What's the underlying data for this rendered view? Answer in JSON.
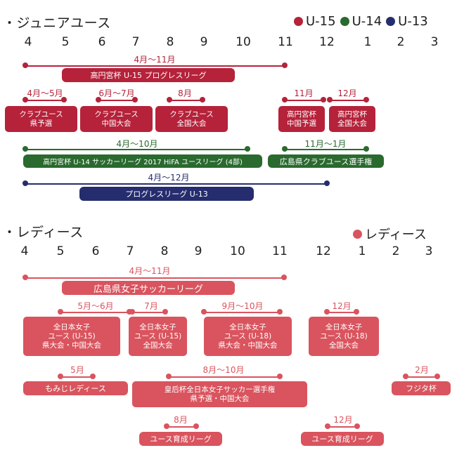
{
  "colors": {
    "u15": "#b5223a",
    "u14": "#2a6a2f",
    "u13": "#252d6e",
    "ladies": "#d9545e"
  },
  "junior": {
    "title": "・ジュニアユース",
    "legend": [
      {
        "label": "U-15",
        "color": "#b5223a"
      },
      {
        "label": "U-14",
        "color": "#2a6a2f"
      },
      {
        "label": "U-13",
        "color": "#252d6e"
      }
    ],
    "months": [
      "4",
      "5",
      "6",
      "7",
      "8",
      "9",
      "10",
      "11",
      "12",
      "1",
      "2",
      "3"
    ],
    "ranges": [
      {
        "label": "4月〜11月",
        "color": "#b5223a"
      },
      {
        "label": "4月〜5月",
        "color": "#b5223a"
      },
      {
        "label": "6月〜7月",
        "color": "#b5223a"
      },
      {
        "label": "8月",
        "color": "#b5223a"
      },
      {
        "label": "11月",
        "color": "#b5223a"
      },
      {
        "label": "12月",
        "color": "#b5223a"
      },
      {
        "label": "4月〜10月",
        "color": "#2a6a2f"
      },
      {
        "label": "11月〜1月",
        "color": "#2a6a2f"
      },
      {
        "label": "4月〜12月",
        "color": "#252d6e"
      }
    ],
    "events": [
      "高円宮杯 U-15 プログレスリーグ",
      "クラブユース\n県予選",
      "クラブユース\n中国大会",
      "クラブユース\n全国大会",
      "高円宮杯\n中国予選",
      "高円宮杯\n全国大会",
      "高円宮杯 U-14 サッカーリーグ 2017 HiFA ユースリーグ (4部)",
      "広島県クラブユース選手権",
      "プログレスリーグ U-13"
    ]
  },
  "ladies": {
    "title": "・レディース",
    "legend": [
      {
        "label": "レディース",
        "color": "#d9545e"
      }
    ],
    "months": [
      "4",
      "5",
      "6",
      "7",
      "8",
      "9",
      "10",
      "11",
      "12",
      "1",
      "2",
      "3"
    ],
    "ranges": [
      {
        "label": "4月〜11月"
      },
      {
        "label": "5月〜6月"
      },
      {
        "label": "7月"
      },
      {
        "label": "9月〜10月"
      },
      {
        "label": "12月"
      },
      {
        "label": "5月"
      },
      {
        "label": "8月〜10月"
      },
      {
        "label": "2月"
      },
      {
        "label": "8月"
      },
      {
        "label": "12月"
      }
    ],
    "events": [
      "広島県女子サッカーリーグ",
      "全日本女子\nユース (U-15)\n県大会・中国大会",
      "全日本女子\nユース (U-15)\n全国大会",
      "全日本女子\nユース (U-18)\n県大会・中国大会",
      "全日本女子\nユース (U-18)\n全国大会",
      "もみじレディース",
      "皇后杯全日本女子サッカー選手権\n県予選・中国大会",
      "フジタ杯",
      "ユース育成リーグ",
      "ユース育成リーグ"
    ]
  }
}
